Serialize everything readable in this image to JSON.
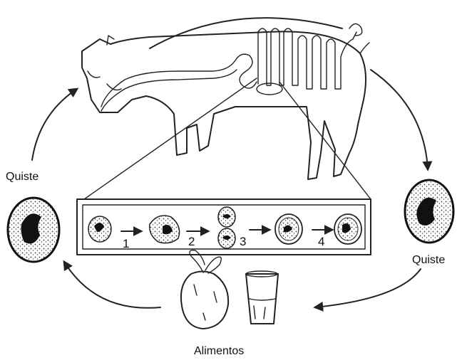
{
  "labels": {
    "cyst_left": "Quiste",
    "cyst_right": "Quiste",
    "food": "Alimentos"
  },
  "stages": [
    "1",
    "2",
    "3",
    "4"
  ],
  "icons": [
    "pig",
    "intestine",
    "cyst",
    "radish",
    "water-glass",
    "arrow"
  ]
}
